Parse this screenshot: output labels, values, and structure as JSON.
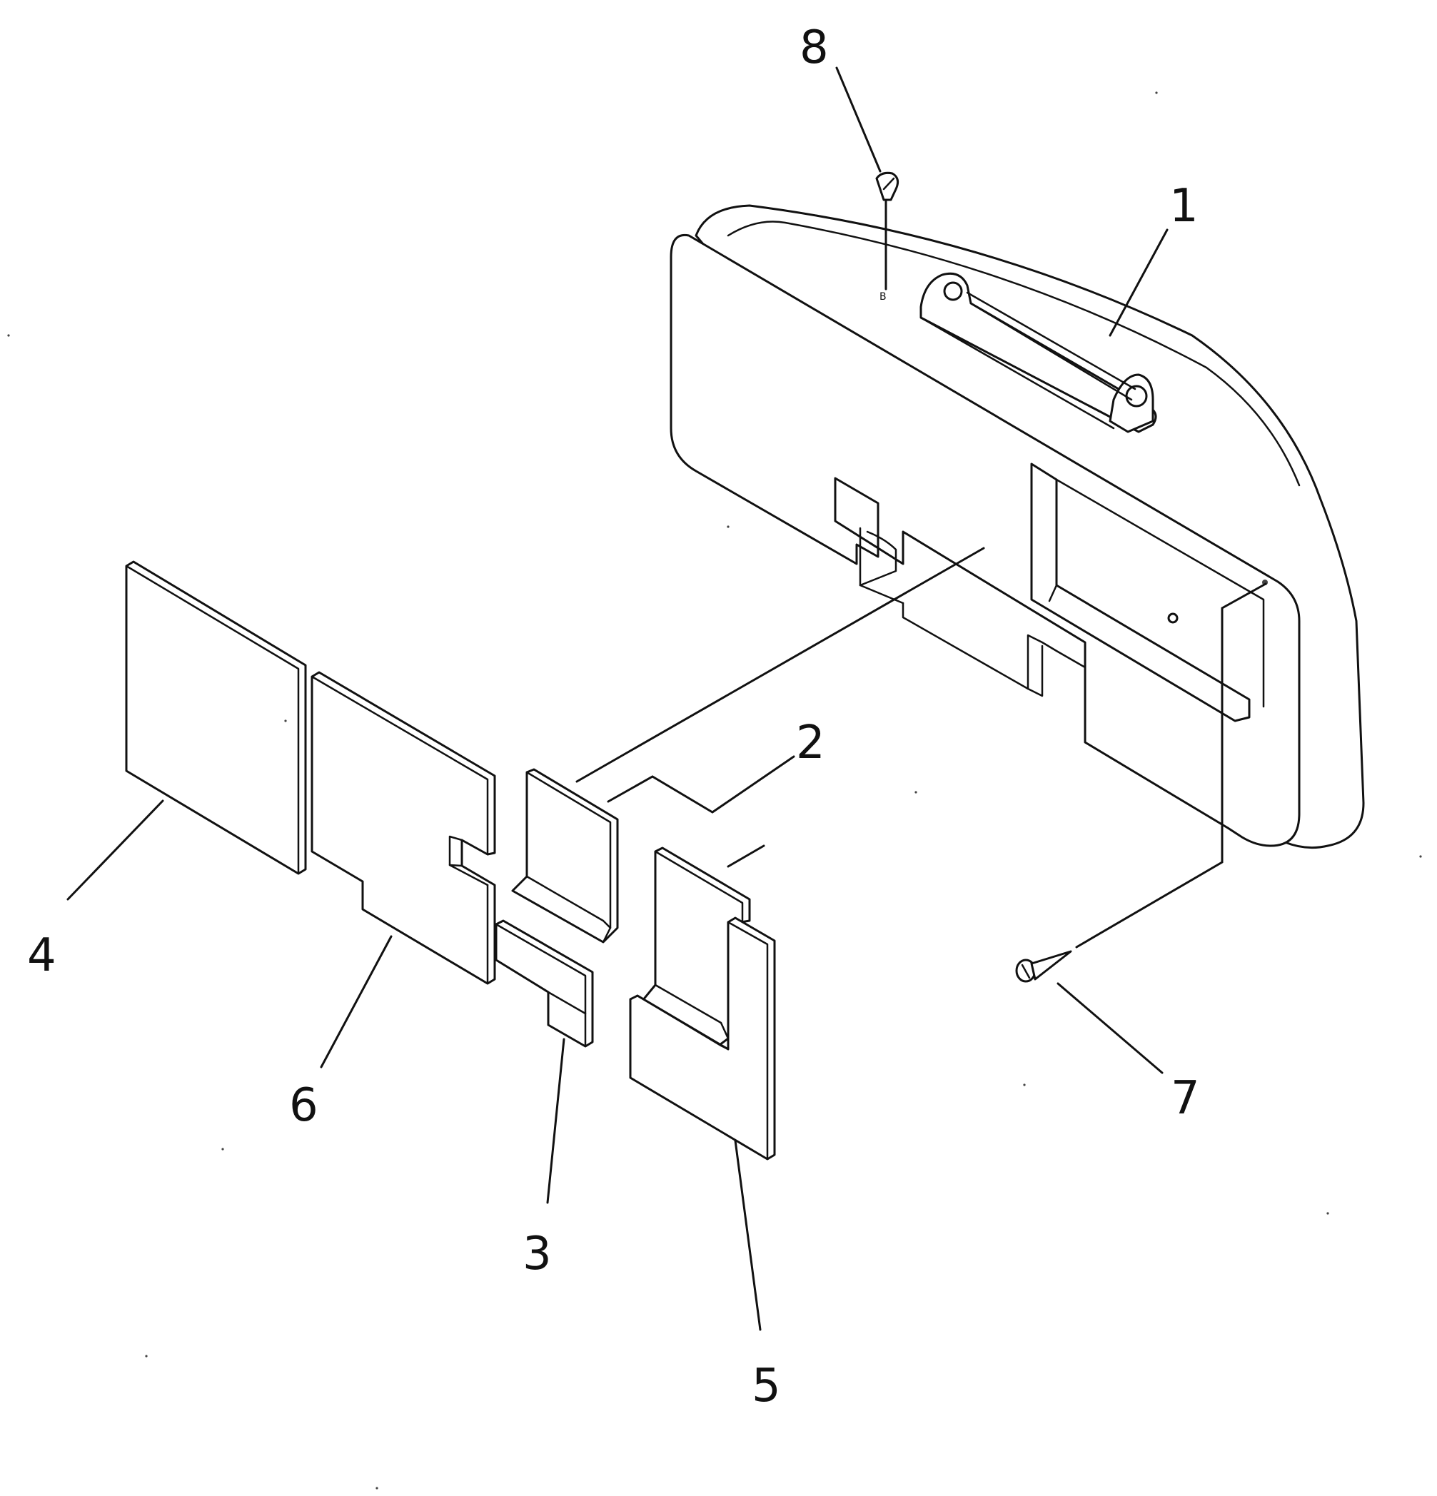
{
  "diagram": {
    "callouts": [
      {
        "id": "1",
        "label": "1"
      },
      {
        "id": "2",
        "label": "2"
      },
      {
        "id": "3",
        "label": "3"
      },
      {
        "id": "4",
        "label": "4"
      },
      {
        "id": "5",
        "label": "5"
      },
      {
        "id": "6",
        "label": "6"
      },
      {
        "id": "7",
        "label": "7"
      },
      {
        "id": "8",
        "label": "8"
      }
    ],
    "small_mark": "B"
  },
  "colors": {
    "line": "#111111",
    "background": "#ffffff"
  }
}
